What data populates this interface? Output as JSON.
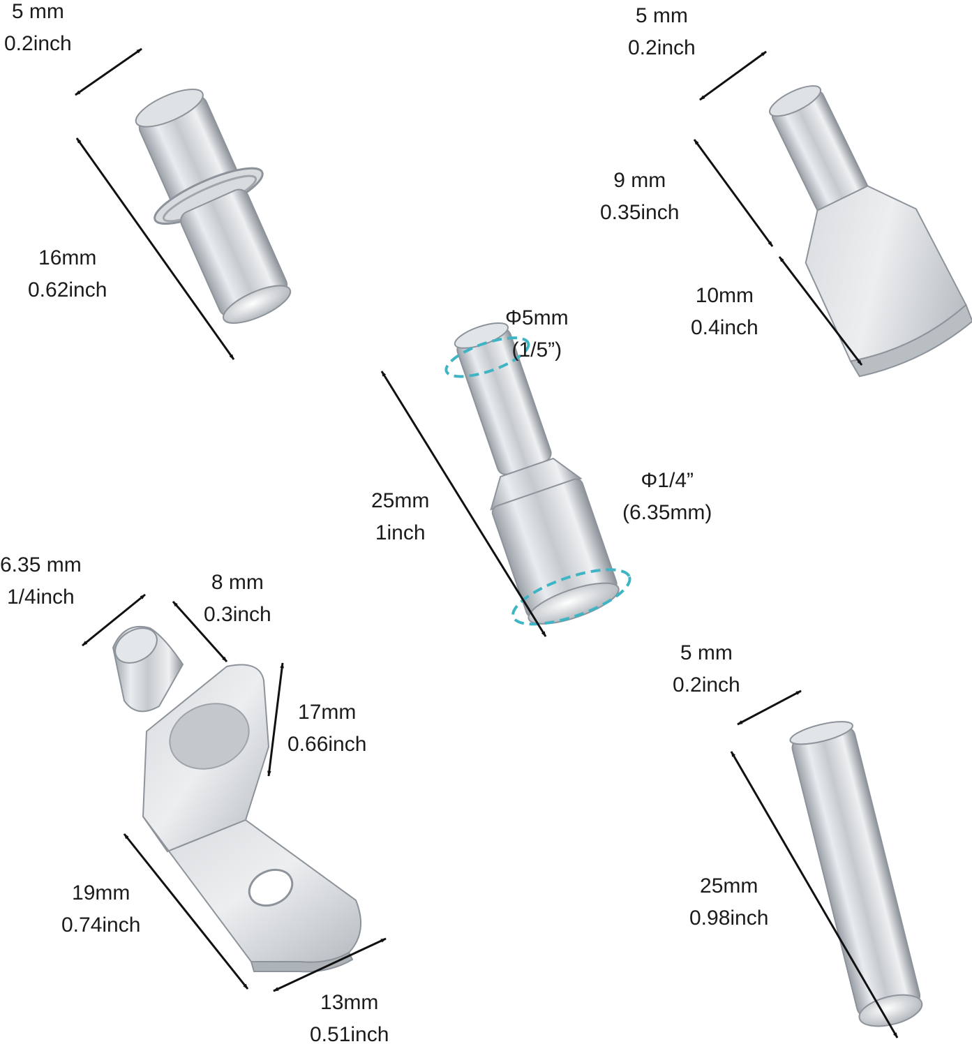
{
  "colors": {
    "arrow": "#111111",
    "metal": "#c9cdd2",
    "accent": "#3fb4c4"
  },
  "parts": [
    {
      "id": "pin-collar",
      "icon": "collared-shelf-pin-icon",
      "dims": [
        {
          "id": "diameter",
          "line1": "5 mm",
          "line2": "0.2inch"
        },
        {
          "id": "length",
          "line1": "16mm",
          "line2": "0.62inch"
        }
      ]
    },
    {
      "id": "spoon-pin",
      "icon": "spoon-shelf-pin-icon",
      "dims": [
        {
          "id": "diameter",
          "line1": "5 mm",
          "line2": "0.2inch"
        },
        {
          "id": "shank",
          "line1": "9 mm",
          "line2": "0.35inch"
        },
        {
          "id": "paddle",
          "line1": "10mm",
          "line2": "0.4inch"
        }
      ]
    },
    {
      "id": "step-pin",
      "icon": "stepped-shelf-pin-icon",
      "dims": [
        {
          "id": "small-diameter",
          "line1": "Φ5mm",
          "line2": "(1/5”)"
        },
        {
          "id": "large-diameter",
          "line1": "Φ1/4”",
          "line2": "(6.35mm)"
        },
        {
          "id": "length",
          "line1": "25mm",
          "line2": "1inch"
        }
      ]
    },
    {
      "id": "l-bracket",
      "icon": "l-bracket-shelf-pin-icon",
      "dims": [
        {
          "id": "pin-diameter",
          "line1": "6.35 mm",
          "line2": "1/4inch"
        },
        {
          "id": "pin-length",
          "line1": "8 mm",
          "line2": "0.3inch"
        },
        {
          "id": "upright",
          "line1": "17mm",
          "line2": "0.66inch"
        },
        {
          "id": "leg",
          "line1": "19mm",
          "line2": "0.74inch"
        },
        {
          "id": "width",
          "line1": "13mm",
          "line2": "0.51inch"
        }
      ]
    },
    {
      "id": "straight-pin",
      "icon": "straight-shelf-pin-icon",
      "dims": [
        {
          "id": "diameter",
          "line1": "5 mm",
          "line2": "0.2inch"
        },
        {
          "id": "length",
          "line1": "25mm",
          "line2": "0.98inch"
        }
      ]
    }
  ]
}
